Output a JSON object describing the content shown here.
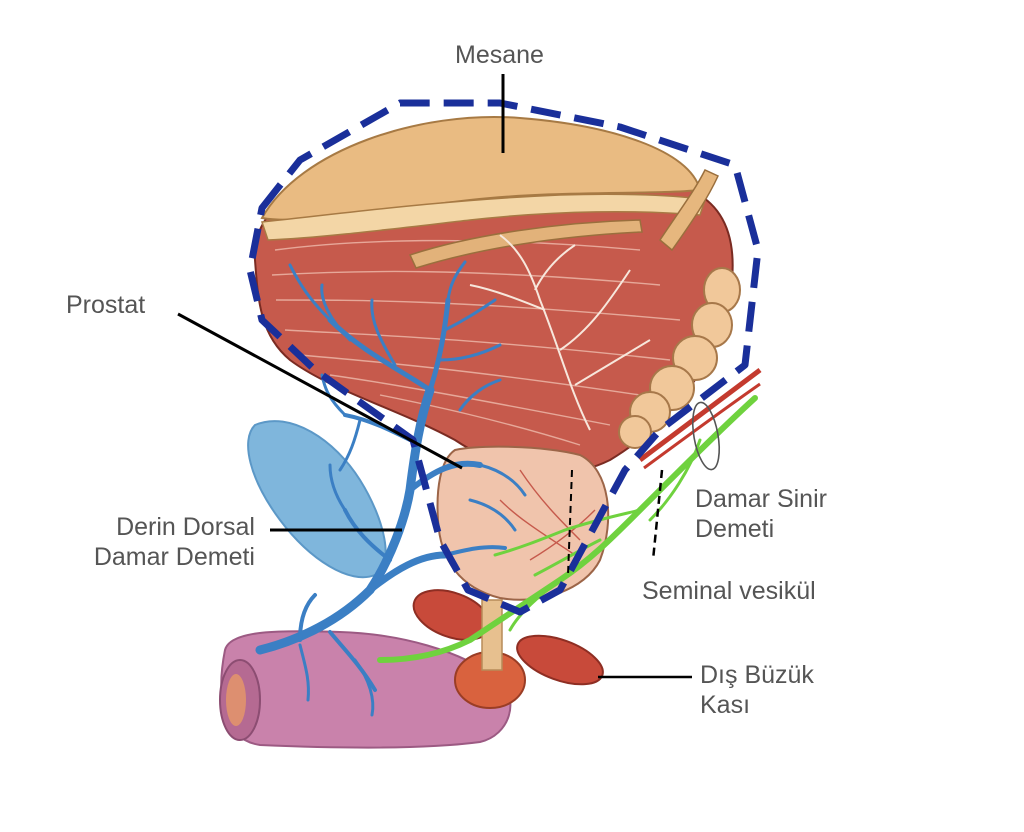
{
  "labels": {
    "bladder": "Mesane",
    "prostate": "Prostat",
    "deep_dorsal_line1": "Derin Dorsal",
    "deep_dorsal_line2": "Damar Demeti",
    "neurovascular_line1": "Damar Sinir",
    "neurovascular_line2": "Demeti",
    "seminal_vesicle": "Seminal vesikül",
    "external_sphincter_line1": "Dış Büzük",
    "external_sphincter_line2": "Kası"
  },
  "colors": {
    "outline_dash": "#1a2f9a",
    "bladder_muscle": "#c9574a",
    "bladder_dome": "#e8b77f",
    "vein_blue": "#3b7fc4",
    "nerve_green": "#6fd23e",
    "penis_pink": "#c77ca6",
    "pubic_blue": "#74aed6",
    "leader_line": "#000000"
  }
}
